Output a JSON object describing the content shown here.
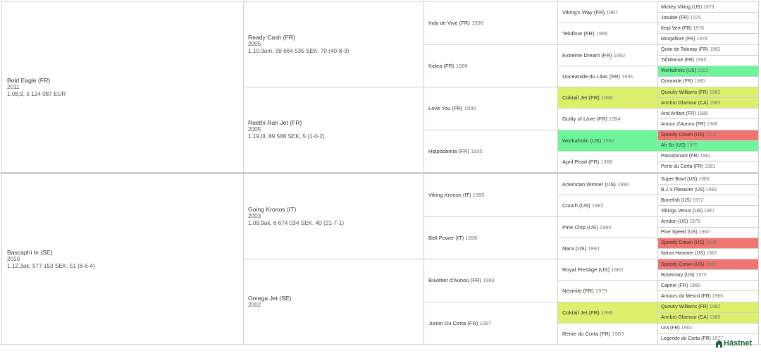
{
  "colors": {
    "green": "#6ef59a",
    "yellow": "#dcf06c",
    "red": "#f07470",
    "border": "#cfcfcf"
  },
  "pedigree": [
    {
      "gen": 1,
      "name": "Bold Eagle (FR)",
      "year": "2011",
      "record": "1.08,9, 5 124 087 EUR"
    },
    {
      "gen": 1,
      "name": "Bascaphi In (SE)",
      "year": "2010",
      "record": "1.12,3ak, 577 153 SEK, 51 (8-6-4)"
    },
    {
      "gen": 2,
      "name": "Ready Cash (FR)",
      "year": "2005",
      "record": "1.10,3am, 39 664 535 SEK, 70 (40-8-3)"
    },
    {
      "gen": 2,
      "name": "Reethi Rah Jet (FR)",
      "year": "2005",
      "record": "1.19,0l, 89 588 SEK, 5 (1-0-2)"
    },
    {
      "gen": 2,
      "name": "Going Kronos (IT)",
      "year": "2003",
      "record": "1.09,9ak, 6 674 034 SEK, 40 (21-7-1)"
    },
    {
      "gen": 2,
      "name": "Omega Jet (SE)",
      "year": "2002",
      "record": ""
    },
    {
      "gen": 3,
      "name": "Indy de Vive (FR)",
      "year": "1996"
    },
    {
      "gen": 3,
      "name": "Kidea (FR)",
      "year": "1998"
    },
    {
      "gen": 3,
      "name": "Love You (FR)",
      "year": "1999"
    },
    {
      "gen": 3,
      "name": "Hippodamia (FR)",
      "year": "1995"
    },
    {
      "gen": 3,
      "name": "Viking Kronos (IT)",
      "year": "1995"
    },
    {
      "gen": 3,
      "name": "Bell Power (IT)",
      "year": "1998"
    },
    {
      "gen": 3,
      "name": "Buvetier d'Aunou (FR)",
      "year": "1989"
    },
    {
      "gen": 3,
      "name": "Junon Du Corta (FR)",
      "year": "1997"
    },
    {
      "gen": 4,
      "name": "Viking's Way (FR)",
      "year": "1987"
    },
    {
      "gen": 4,
      "name": "Tekiflore (FR)",
      "year": "1985"
    },
    {
      "gen": 4,
      "name": "Extreme Dream (FR)",
      "year": "1992"
    },
    {
      "gen": 4,
      "name": "Doceanide du Lilas (FR)",
      "year": "1991"
    },
    {
      "gen": 4,
      "name": "Coktail Jet (FR)",
      "year": "1990",
      "hl": "yellow"
    },
    {
      "gen": 4,
      "name": "Guilty of Love (FR)",
      "year": "1994"
    },
    {
      "gen": 4,
      "name": "Workaholic (US)",
      "year": "1982",
      "hl": "green"
    },
    {
      "gen": 4,
      "name": "April Pearl (FR)",
      "year": "1988"
    },
    {
      "gen": 4,
      "name": "American Winner (US)",
      "year": "1990"
    },
    {
      "gen": 4,
      "name": "Conch (US)",
      "year": "1982"
    },
    {
      "gen": 4,
      "name": "Pine Chip (US)",
      "year": "1990"
    },
    {
      "gen": 4,
      "name": "Nara (US)",
      "year": "1991"
    },
    {
      "gen": 4,
      "name": "Royal Prestige (US)",
      "year": "1983"
    },
    {
      "gen": 4,
      "name": "Nesmile (FR)",
      "year": "1979"
    },
    {
      "gen": 4,
      "name": "Coktail Jet (FR)",
      "year": "1990",
      "hl": "yellow"
    },
    {
      "gen": 4,
      "name": "Reine du Corta (FR)",
      "year": "1983"
    },
    {
      "gen": 5,
      "name": "Mickey Viking (US)",
      "year": "1979"
    },
    {
      "gen": 5,
      "name": "Josubie (FR)",
      "year": "1975"
    },
    {
      "gen": 5,
      "name": "Kepi Vert (FR)",
      "year": "1976"
    },
    {
      "gen": 5,
      "name": "Morgaflore (FR)",
      "year": "1978"
    },
    {
      "gen": 5,
      "name": "Quito de Talonay (FR)",
      "year": "1982"
    },
    {
      "gen": 5,
      "name": "Tahitienne (FR)",
      "year": "1985"
    },
    {
      "gen": 5,
      "name": "Workaholic (US)",
      "year": "1982",
      "hl": "green"
    },
    {
      "gen": 5,
      "name": "Oceanide (FR)",
      "year": "1980"
    },
    {
      "gen": 5,
      "name": "Quouky Williams (FR)",
      "year": "1982",
      "hl": "yellow"
    },
    {
      "gen": 5,
      "name": "Armbro Glamour (CA)",
      "year": "1985",
      "hl": "yellow"
    },
    {
      "gen": 5,
      "name": "And Arifant (FR)",
      "year": "1988"
    },
    {
      "gen": 5,
      "name": "Amour d'Aunou (FR)",
      "year": "1988"
    },
    {
      "gen": 5,
      "name": "Speedy Crown (US)",
      "year": "1968",
      "hl": "red"
    },
    {
      "gen": 5,
      "name": "Ah So (US)",
      "year": "1970",
      "hl": "green"
    },
    {
      "gen": 5,
      "name": "Passionnant (FR)",
      "year": "1981"
    },
    {
      "gen": 5,
      "name": "Perle du Corta (FR)",
      "year": "1981"
    },
    {
      "gen": 5,
      "name": "Super Bowl (US)",
      "year": "1969"
    },
    {
      "gen": 5,
      "name": "B.J.'s Pleasure (US)",
      "year": "1983"
    },
    {
      "gen": 5,
      "name": "Bonefish (US)",
      "year": "1972"
    },
    {
      "gen": 5,
      "name": "Vikings Venus (US)",
      "year": "1967"
    },
    {
      "gen": 5,
      "name": "Arndon (US)",
      "year": "1979"
    },
    {
      "gen": 5,
      "name": "Pine Speed (US)",
      "year": "1982"
    },
    {
      "gen": 5,
      "name": "Speedy Crown (US)",
      "year": "1968",
      "hl": "red"
    },
    {
      "gen": 5,
      "name": "Narva Hanover (US)",
      "year": "1982"
    },
    {
      "gen": 5,
      "name": "Speedy Crown (US)",
      "year": "1968",
      "hl": "red"
    },
    {
      "gen": 5,
      "name": "Rosemary (US)",
      "year": "1975"
    },
    {
      "gen": 5,
      "name": "Caprior (FR)",
      "year": "1968"
    },
    {
      "gen": 5,
      "name": "Amours du Mesnil (FR)",
      "year": "1966"
    },
    {
      "gen": 5,
      "name": "Quouky Williams (FR)",
      "year": "1982",
      "hl": "yellow"
    },
    {
      "gen": 5,
      "name": "Armbro Glamour (CA)",
      "year": "1985",
      "hl": "yellow"
    },
    {
      "gen": 5,
      "name": "Ura (FR)",
      "year": "1964"
    },
    {
      "gen": 5,
      "name": "Legende du Corta (FR)",
      "year": "1977"
    }
  ],
  "logo": {
    "text": "Hästnet",
    "icon": "house-icon"
  }
}
